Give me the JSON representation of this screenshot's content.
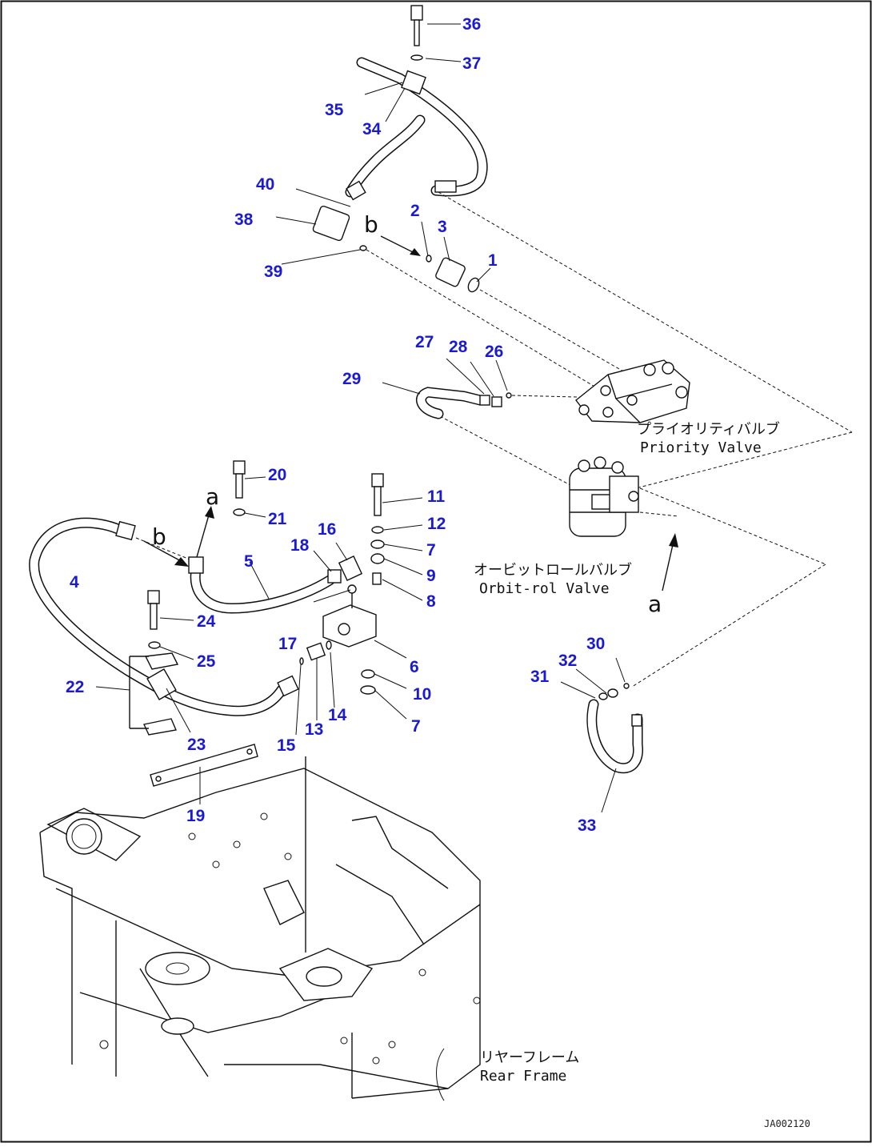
{
  "callouts": [
    "1",
    "2",
    "3",
    "4",
    "5",
    "6",
    "7",
    "7",
    "8",
    "9",
    "10",
    "11",
    "12",
    "13",
    "14",
    "15",
    "16",
    "17",
    "18",
    "19",
    "20",
    "21",
    "22",
    "23",
    "24",
    "25",
    "26",
    "27",
    "28",
    "29",
    "30",
    "31",
    "32",
    "33",
    "34",
    "35",
    "36",
    "37",
    "38",
    "39",
    "40"
  ],
  "labels": {
    "priority_jp": "プライオリティバルブ",
    "priority_en": "Priority Valve",
    "orbitrol_jp": "オービットロールバルブ",
    "orbitrol_en": "Orbit-rol Valve",
    "rear_jp": "リヤーフレーム",
    "rear_en": "Rear Frame"
  },
  "letters": {
    "a": "a",
    "b": "b"
  },
  "drawing_code": "JA002120"
}
